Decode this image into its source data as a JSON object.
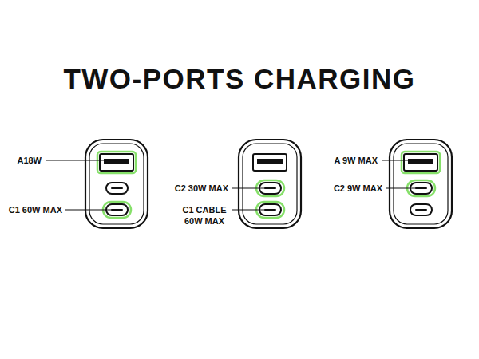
{
  "diagram": {
    "title": "TWO-PORTS CHARGING",
    "labels": [
      "A18W",
      "C1 60W MAX",
      "C2 30W MAX",
      "C1 CABLE 60W MAX",
      "A 9W MAX",
      "C2 9W MAX"
    ]
  }
}
